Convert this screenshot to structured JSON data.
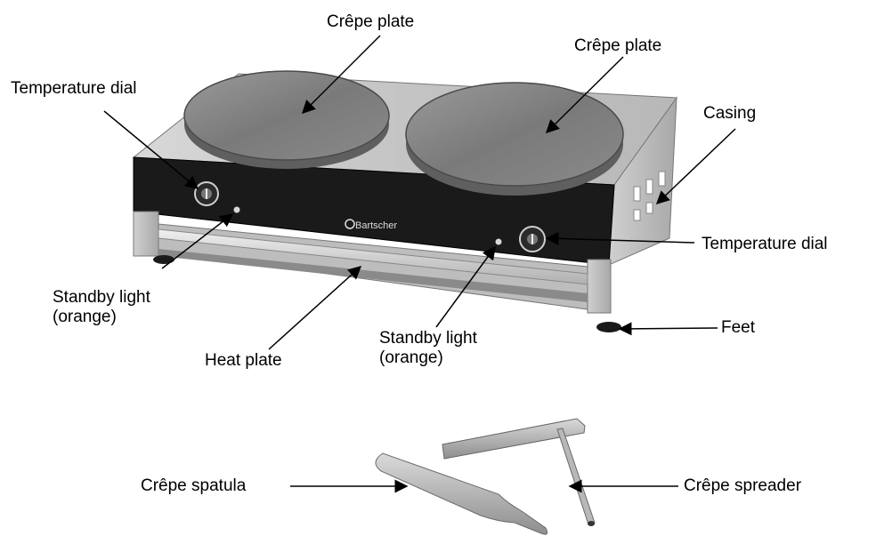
{
  "labels": {
    "crepe_plate_1": "Crêpe plate",
    "crepe_plate_2": "Crêpe plate",
    "temperature_dial_1": "Temperature dial",
    "temperature_dial_2": "Temperature dial",
    "casing": "Casing",
    "standby_light_1": [
      "Standby light",
      "(orange)"
    ],
    "standby_light_2": [
      "Standby light",
      "(orange)"
    ],
    "heat_plate": "Heat plate",
    "feet": "Feet",
    "crepe_spatula": "Crêpe spatula",
    "crepe_spreader": "Crêpe spreader"
  },
  "brand_logo": "Bartscher"
}
